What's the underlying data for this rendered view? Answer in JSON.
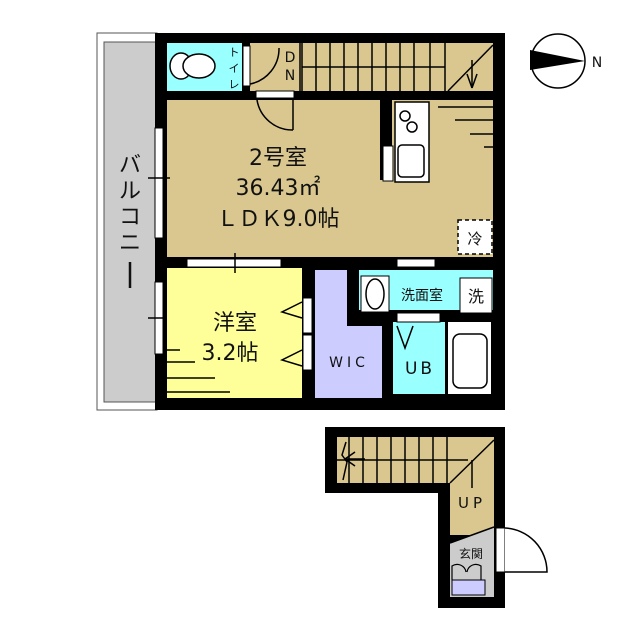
{
  "floor_plan": {
    "unit": {
      "room_number": "2号室",
      "area": "36.43㎡",
      "ldk": "ＬＤＫ9.0帖"
    },
    "rooms": {
      "balcony": "バルコニー",
      "toilet": "トイレ",
      "western_room_name": "洋室",
      "western_room_size": "3.2帖",
      "wic": "WIC",
      "washroom": "洗面室",
      "washer": "洗",
      "fridge": "冷",
      "unit_bath": "UB",
      "entrance": "玄関"
    },
    "stairs": {
      "down": [
        "D",
        "N"
      ],
      "up": "UP"
    },
    "compass": {
      "north_label": "N"
    },
    "colors": {
      "ldk": "#d9c78f",
      "western_room": "#ffff99",
      "wic": "#ccccff",
      "wet_area": "#99ffff",
      "balcony": "#cccccc",
      "entrance": "#cccccc",
      "wall": "#000000"
    }
  }
}
